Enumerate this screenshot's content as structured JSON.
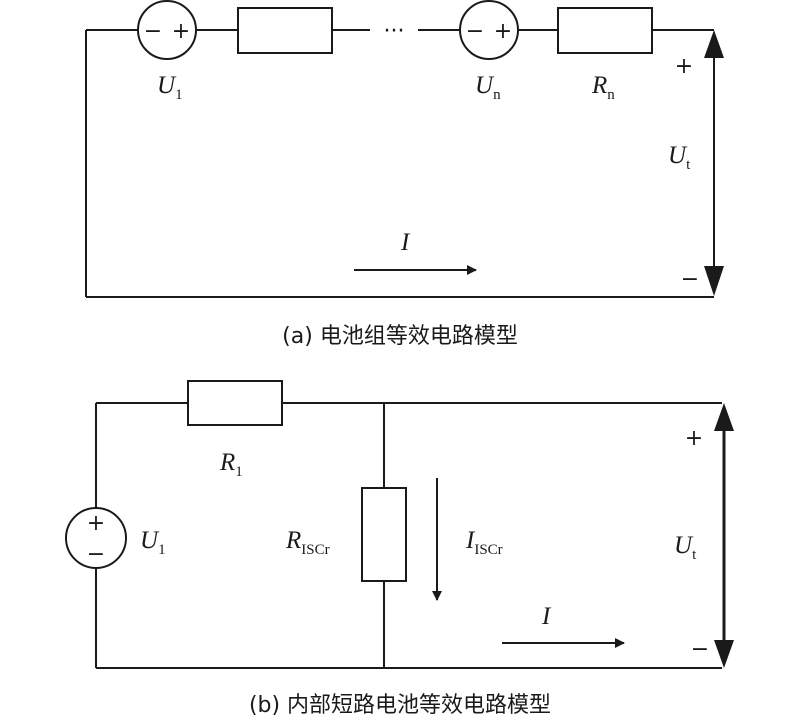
{
  "diagram_a": {
    "caption": "(a) 电池组等效电路模型",
    "ellipsis": "···",
    "source_first": {
      "minus": "−",
      "plus": "+",
      "label": "U",
      "sub": "1"
    },
    "source_last": {
      "minus": "−",
      "plus": "+",
      "label": "U",
      "sub": "n"
    },
    "resistor_last": {
      "label": "R",
      "sub": "n"
    },
    "terminal": {
      "plus": "+",
      "minus": "−",
      "label": "U",
      "sub": "t"
    },
    "current": {
      "label": "I"
    }
  },
  "diagram_b": {
    "caption": "(b) 内部短路电池等效电路模型",
    "source": {
      "plus": "+",
      "minus": "−",
      "label": "U",
      "sub": "1"
    },
    "series_resistor": {
      "label": "R",
      "sub": "1"
    },
    "short_resistor": {
      "label": "R",
      "sub": "ISCr"
    },
    "short_current": {
      "label": "I",
      "sub": "ISCr"
    },
    "terminal": {
      "plus": "+",
      "minus": "−",
      "label": "U",
      "sub": "t"
    },
    "current": {
      "label": "I"
    }
  }
}
